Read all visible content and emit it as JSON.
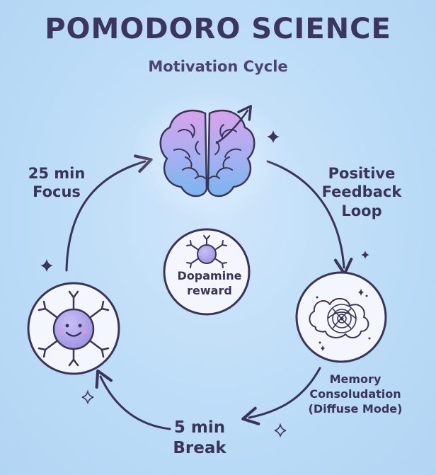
{
  "header": {
    "title": "POMODORO SCIENCE",
    "subtitle": "Motivation Cycle"
  },
  "cycle": {
    "focus": {
      "line1": "25 min",
      "line2": "Focus",
      "icon": "brain-icon"
    },
    "feedback": {
      "line1": "Positive",
      "line2": "Feedback",
      "line3": "Loop"
    },
    "memory": {
      "line1": "Memory",
      "line2": "Consoludation",
      "line3": "(Diffuse Mode)",
      "icon": "cloud-swirl-icon"
    },
    "break_step": {
      "line1": "5 min",
      "line2": "Break",
      "icon": "smiling-neuron-icon"
    }
  },
  "center": {
    "line1": "Dopamine",
    "line2": "reward",
    "icon": "dopamine-neuron-icon"
  },
  "colors": {
    "background": "#bcdcf7",
    "ink": "#3a3558",
    "brain_top": "#d59de8",
    "brain_bottom": "#7fb8f0",
    "neuron": "#a99ce8"
  }
}
